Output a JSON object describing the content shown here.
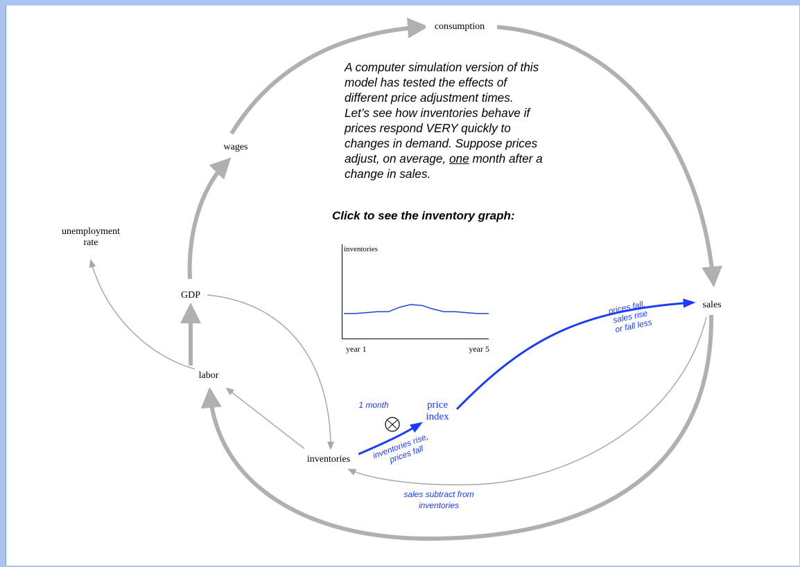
{
  "nodes": {
    "consumption": "consumption",
    "wages": "wages",
    "unemployment_rate_line1": "unemployment",
    "unemployment_rate_line2": "rate",
    "gdp": "GDP",
    "labor": "labor",
    "inventories": "inventories",
    "price_index_line1": "price",
    "price_index_line2": "index",
    "sales": "sales"
  },
  "explanation": {
    "line1": "A computer simulation version of this",
    "line2": "model has tested the effects of",
    "line3": "different price adjustment times.",
    "line4": "Let’s see how inventories behave if",
    "line5": "prices respond VERY quickly to",
    "line6": "changes in demand.  Suppose prices",
    "line7": "adjust, on average,",
    "line7_underlined": "one",
    "line7_end": "month after a",
    "line8": "change in sales."
  },
  "graph_link": "Click to see the inventory graph:",
  "mini_graph": {
    "ylabel": "inventories",
    "x_start": "year 1",
    "x_end": "year 5"
  },
  "chart_data": {
    "type": "line",
    "ylabel": "inventories",
    "categories": [
      "year 1",
      "",
      "",
      "",
      "year 5"
    ],
    "series": [
      {
        "values": [
          0.27,
          0.27,
          0.28,
          0.29,
          0.29,
          0.34,
          0.37,
          0.36,
          0.32,
          0.29,
          0.29,
          0.28,
          0.27,
          0.27
        ]
      }
    ],
    "line_color": "#1a44d6"
  },
  "link_labels": {
    "delay": "1 month",
    "inv_price_line1": "inventories rise,",
    "inv_price_line2": "prices fall",
    "price_sales_line1": "prices fall,",
    "price_sales_line2": "sales rise",
    "price_sales_line3": "or fall less",
    "sales_inv_line1": "sales subtract from",
    "sales_inv_line2": "inventories"
  },
  "colors": {
    "big_arrow": "#b0b0b0",
    "thin_arrow": "#a8a8a8",
    "blue": "#1a3cff"
  }
}
